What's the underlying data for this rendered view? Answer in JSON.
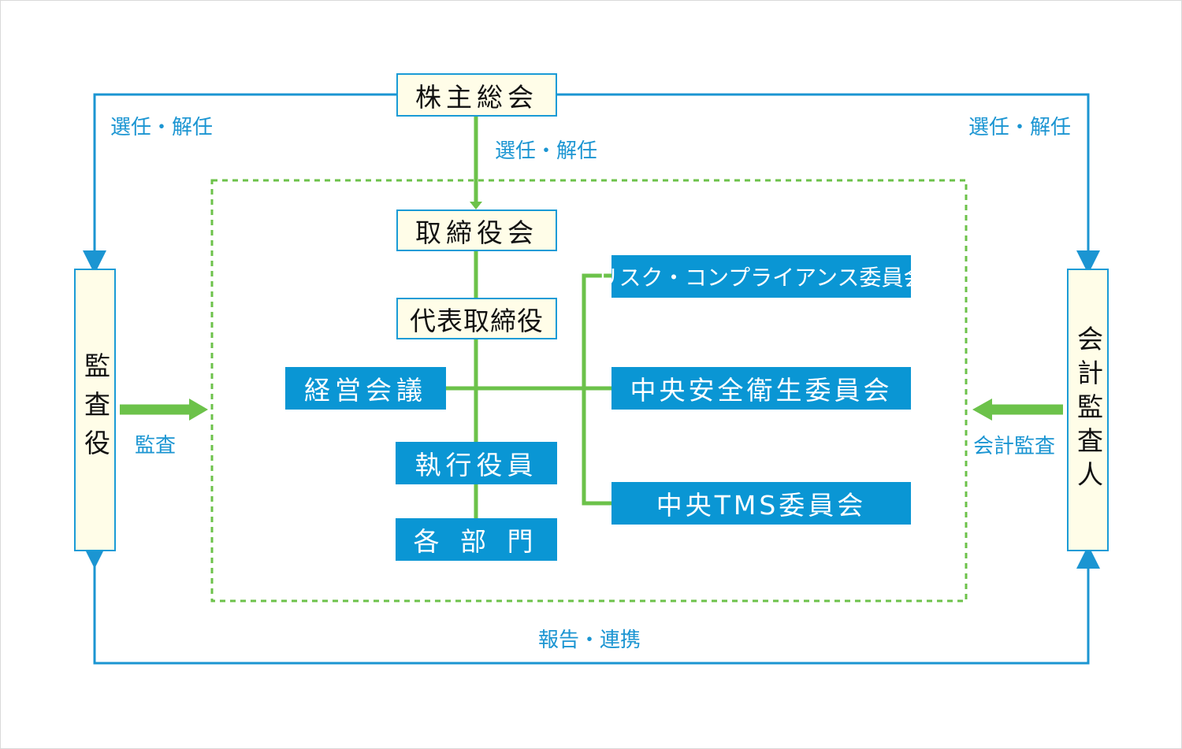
{
  "diagram": {
    "nodes": {
      "shareholders": "株主総会",
      "board": "取締役会",
      "representative": "代表取締役",
      "management_meeting": "経営会議",
      "executive_officers": "執行役員",
      "departments": "各 部 門",
      "risk_committee": "リスク・コンプライアンス委員会",
      "safety_committee": "中央安全衛生委員会",
      "tms_committee": "中央TMS委員会",
      "auditor": "監査役",
      "accounting_auditor": "会計監査人"
    },
    "labels": {
      "elect_left": "選任・解任",
      "elect_center": "選任・解任",
      "elect_right": "選任・解任",
      "audit": "監査",
      "accounting_audit": "会計監査",
      "report": "報告・連携"
    },
    "colors": {
      "blue": "#0a96d4",
      "blue_line": "#1b95d2",
      "green": "#6cc24a",
      "cream": "#fffde8"
    }
  }
}
